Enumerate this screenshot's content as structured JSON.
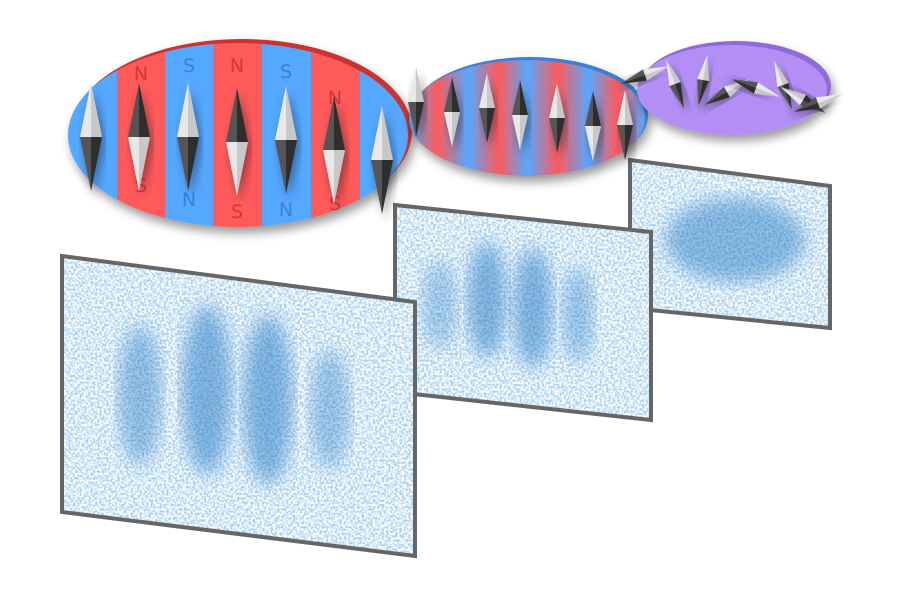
{
  "figure": {
    "top_labels": [
      "N",
      "S",
      "N",
      "S",
      "N"
    ],
    "bottom_labels": [
      "S",
      "N",
      "S",
      "N",
      "S"
    ],
    "colors": {
      "red": "#ff5a5a",
      "blue": "#55a8ff",
      "purple": "#b38ff5",
      "dot": "#2b7fc4",
      "frame": "#666666"
    }
  }
}
